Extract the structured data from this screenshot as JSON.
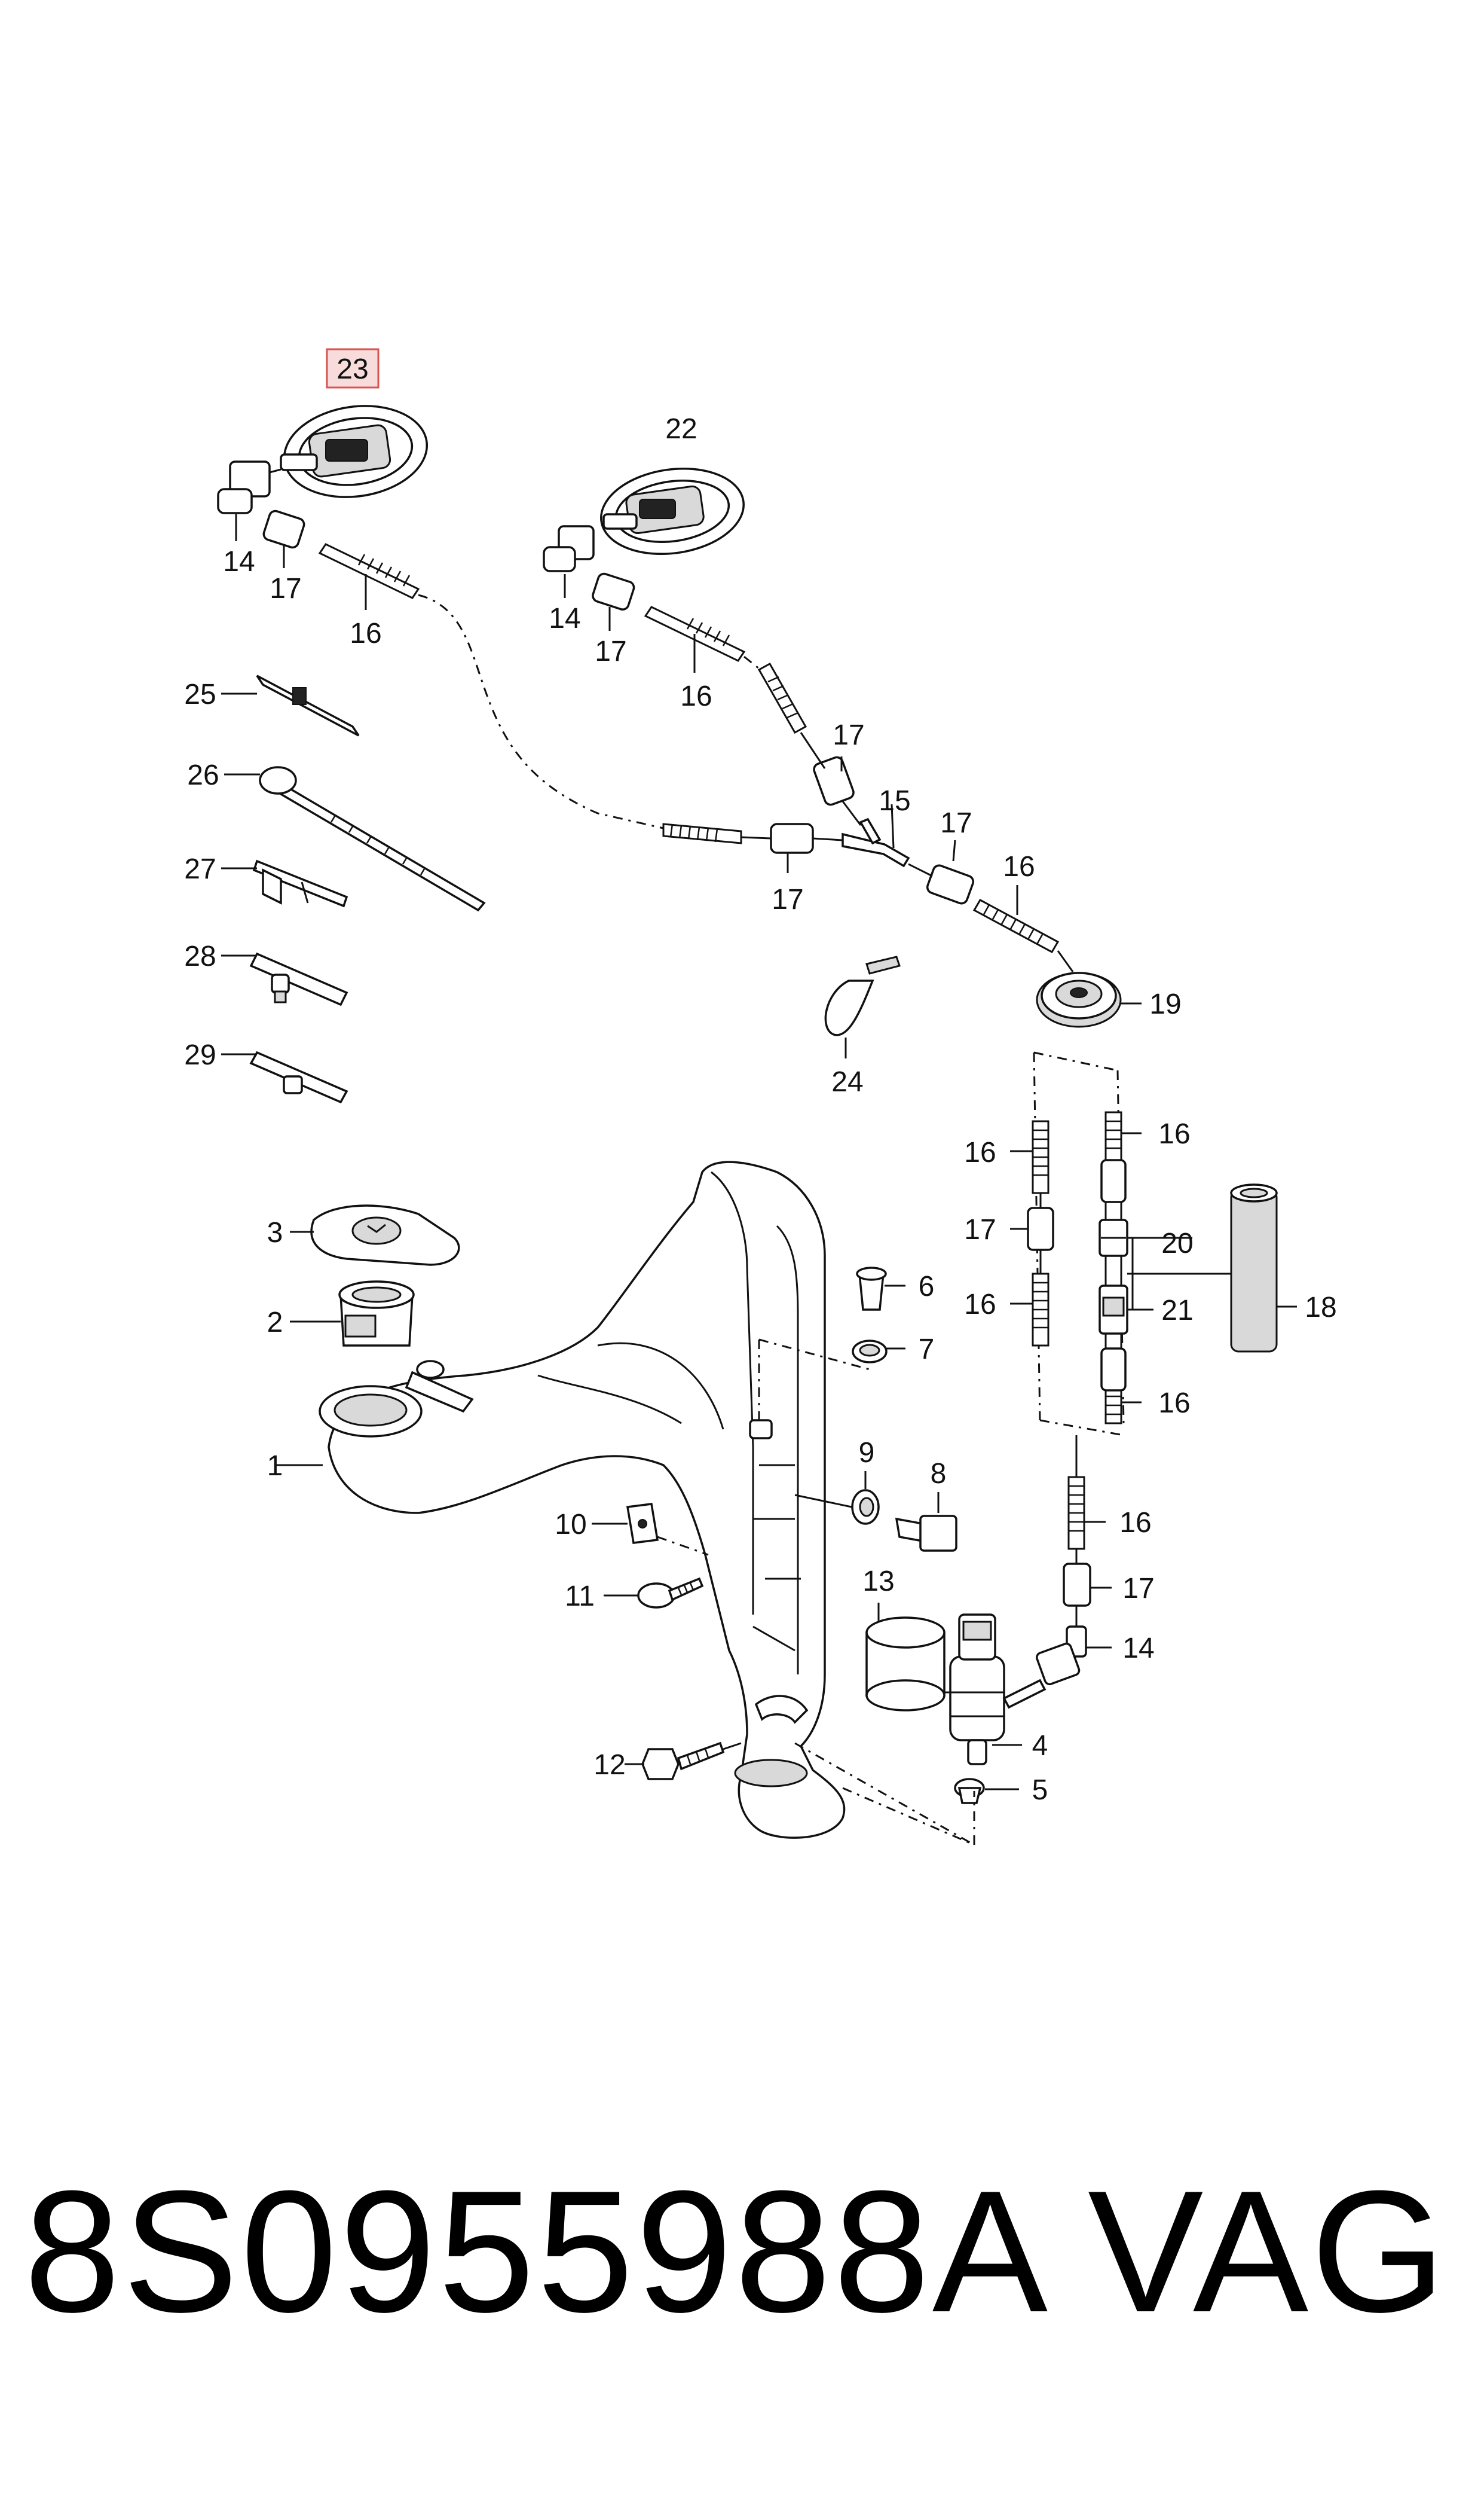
{
  "diagram": {
    "highlighted_label": "23",
    "highlight_color": "#d9534f",
    "labels": {
      "l1": "1",
      "l2": "2",
      "l3": "3",
      "l4": "4",
      "l5": "5",
      "l6": "6",
      "l7": "7",
      "l8": "8",
      "l9": "9",
      "l10": "10",
      "l11": "11",
      "l12": "12",
      "l13": "13",
      "l14a": "14",
      "l14b": "14",
      "l14c": "14",
      "l15": "15",
      "l16a": "16",
      "l16b": "16",
      "l16c": "16",
      "l16d": "16",
      "l16e": "16",
      "l16f": "16",
      "l16g": "16",
      "l16h": "16",
      "l17a": "17",
      "l17b": "17",
      "l17c": "17",
      "l17d": "17",
      "l17e": "17",
      "l17f": "17",
      "l17g": "17",
      "l18": "18",
      "l19": "19",
      "l20": "20",
      "l21": "21",
      "l22": "22",
      "l23": "23",
      "l24": "24",
      "l25": "25",
      "l26": "26",
      "l27": "27",
      "l28": "28",
      "l29": "29"
    }
  },
  "footer": {
    "part_number": "8S0955988A",
    "brand": "VAG"
  }
}
